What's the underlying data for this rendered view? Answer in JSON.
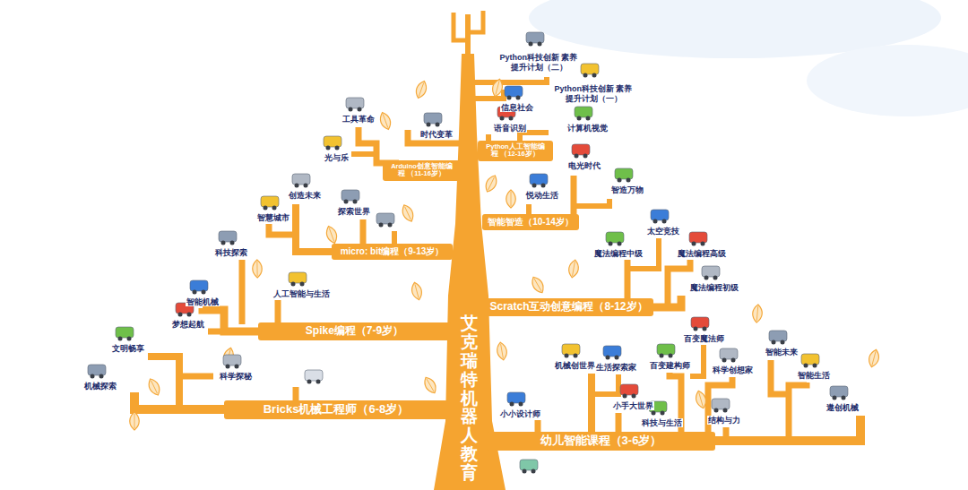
{
  "diagram": {
    "nodes": [
      {
        "text": [
          "Python人工智能编程 （12-16岁）"
        ]
      },
      {
        "text": [
          "Arduino创意智能编程 （11-16岁）"
        ]
      },
      {
        "text": [
          "智能智造（10-14岁）"
        ]
      },
      {
        "text": [
          "micro: bit编程（9-13岁）"
        ]
      },
      {
        "text": [
          "Scratch互动创意编程（8-12岁）"
        ]
      },
      {
        "text": [
          "Spike编程（7-9岁）"
        ]
      },
      {
        "text": [
          "Bricks机械工程师（6-8岁）"
        ]
      },
      {
        "text": [
          "幼儿智能课程（3-6岁）"
        ]
      },
      {
        "text": [
          "艾克瑞特机器人教育"
        ]
      }
    ],
    "labels": [
      "Python科技创新 素养提升计划（二）",
      "Python科技创新 素养提升计划（一）",
      "信息社会",
      "语音识别",
      "计算机视觉",
      "工具革命",
      "时代变革",
      "光与乐",
      "悦动生活",
      "电光时代",
      "智造万物",
      "创造未来",
      "探索世界",
      "智慧城市",
      "太空竞技",
      "魔法编程高级",
      "魔法编程中级",
      "魔法编程初级",
      "科技探索",
      "人工智能与生活",
      "智能机械",
      "梦想起航",
      "文明畅享",
      "科学探秘",
      "机械探索",
      "机械创世界",
      "生活探索家",
      "百变魔法师",
      "百变建构师",
      "科学创想家",
      "智能未来",
      "智能生活",
      "小小设计师",
      "小手大世界",
      "科技与生活",
      "结构与力",
      "遨创机械"
    ]
  }
}
